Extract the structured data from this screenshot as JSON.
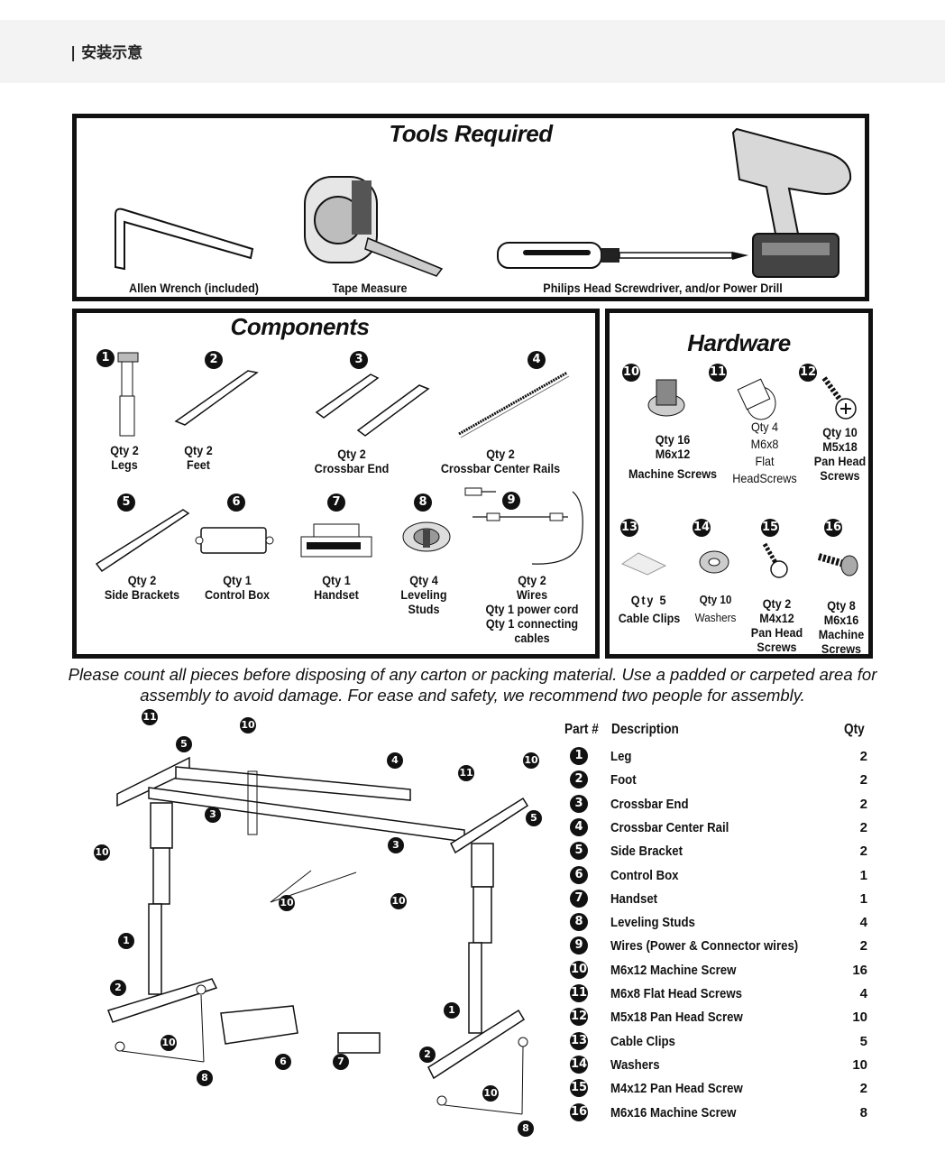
{
  "header": {
    "title": "| 安装示意"
  },
  "tools": {
    "title": "Tools Required",
    "items": [
      "Allen Wrench (included)",
      "Tape Measure",
      "Philips Head Screwdriver, and/or Power Drill"
    ]
  },
  "components": {
    "title": "Components",
    "items": [
      {
        "num": "1",
        "qty": "Qty 2",
        "name": "Legs"
      },
      {
        "num": "2",
        "qty": "Qty 2",
        "name": "Feet"
      },
      {
        "num": "3",
        "qty": "Qty 2",
        "name": "Crossbar End"
      },
      {
        "num": "4",
        "qty": "Qty 2",
        "name": "Crossbar Center Rails"
      },
      {
        "num": "5",
        "qty": "Qty 2",
        "name": "Side Brackets"
      },
      {
        "num": "6",
        "qty": "Qty 1",
        "name": "Control Box"
      },
      {
        "num": "7",
        "qty": "Qty 1",
        "name": "Handset"
      },
      {
        "num": "8",
        "qty": "Qty 4",
        "name": "Leveling Studs"
      },
      {
        "num": "9",
        "qty": "Qty 2",
        "name": "Wires",
        "extra1": "Qty 1 power cord",
        "extra2": "Qty 1 connecting",
        "extra3": "cables"
      }
    ]
  },
  "hardware": {
    "title": "Hardware",
    "items": [
      {
        "num": "10",
        "l1": "Qty 16",
        "l2": "M6x12",
        "l3": "Machine Screws"
      },
      {
        "num": "11",
        "l1": "Qty 4",
        "l2": "M6x8",
        "l3": "Flat",
        "l4": "HeadScrews"
      },
      {
        "num": "12",
        "l1": "Qty 10",
        "l2": "M5x18",
        "l3": "Pan Head",
        "l4": "Screws"
      },
      {
        "num": "13",
        "l1": "Qty 5",
        "l2": "Cable Clips"
      },
      {
        "num": "14",
        "l1": "Qty 10",
        "l2": "Washers"
      },
      {
        "num": "15",
        "l1": "Qty 2",
        "l2": "M4x12",
        "l3": "Pan Head",
        "l4": "Screws"
      },
      {
        "num": "16",
        "l1": "Qty 8",
        "l2": "M6x16",
        "l3": "Machine",
        "l4": "Screws"
      }
    ]
  },
  "notice": "Please count all pieces before disposing of any carton or packing material. Use a padded or carpeted area for assembly to avoid damage. For ease and safety, we recommend two people for assembly.",
  "parts_table": {
    "headers": {
      "part": "Part #",
      "desc": "Description",
      "qty": "Qty"
    },
    "rows": [
      {
        "num": "1",
        "desc": "Leg",
        "qty": "2"
      },
      {
        "num": "2",
        "desc": "Foot",
        "qty": "2"
      },
      {
        "num": "3",
        "desc": "Crossbar End",
        "qty": "2"
      },
      {
        "num": "4",
        "desc": "Crossbar Center Rail",
        "qty": "2"
      },
      {
        "num": "5",
        "desc": "Side Bracket",
        "qty": "2"
      },
      {
        "num": "6",
        "desc": "Control Box",
        "qty": "1"
      },
      {
        "num": "7",
        "desc": "Handset",
        "qty": "1"
      },
      {
        "num": "8",
        "desc": "Leveling Studs",
        "qty": "4"
      },
      {
        "num": "9",
        "desc": "Wires (Power & Connector wires)",
        "qty": "2"
      },
      {
        "num": "10",
        "desc": "M6x12 Machine Screw",
        "qty": "16"
      },
      {
        "num": "11",
        "desc": "M6x8 Flat Head Screws",
        "qty": "4"
      },
      {
        "num": "12",
        "desc": "M5x18 Pan Head Screw",
        "qty": "10"
      },
      {
        "num": "13",
        "desc": "Cable Clips",
        "qty": "5"
      },
      {
        "num": "14",
        "desc": "Washers",
        "qty": "10"
      },
      {
        "num": "15",
        "desc": "M4x12 Pan Head Screw",
        "qty": "2"
      },
      {
        "num": "16",
        "desc": "M6x16 Machine Screw",
        "qty": "8"
      }
    ]
  },
  "diagram_callouts": [
    "11",
    "5",
    "10",
    "4",
    "10",
    "11",
    "10",
    "3",
    "5",
    "10",
    "3",
    "10",
    "10",
    "1",
    "2",
    "10",
    "6",
    "7",
    "1",
    "2",
    "10",
    "8",
    "8"
  ]
}
